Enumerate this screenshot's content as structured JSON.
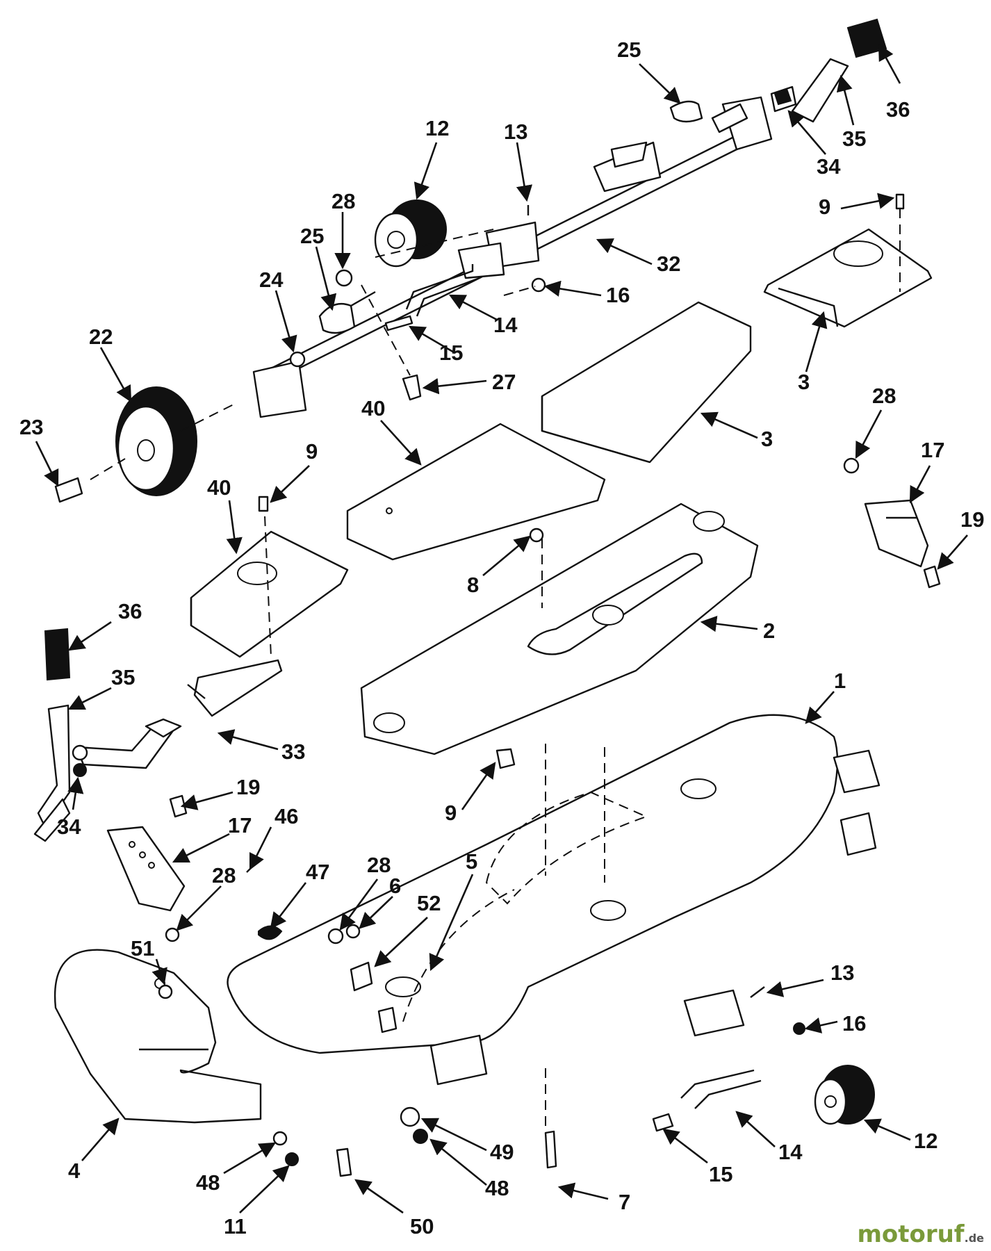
{
  "colors": {
    "ink": "#111111",
    "paper": "#ffffff",
    "watermark_main": "#7a9a3a",
    "watermark_sub": "#555555"
  },
  "callouts": [
    {
      "id": "c1",
      "text": "25"
    },
    {
      "id": "c2",
      "text": "36"
    },
    {
      "id": "c3",
      "text": "35"
    },
    {
      "id": "c4",
      "text": "34"
    },
    {
      "id": "c5",
      "text": "12"
    },
    {
      "id": "c6",
      "text": "13"
    },
    {
      "id": "c7",
      "text": "9"
    },
    {
      "id": "c8",
      "text": "28"
    },
    {
      "id": "c9",
      "text": "25"
    },
    {
      "id": "c10",
      "text": "32"
    },
    {
      "id": "c11",
      "text": "24"
    },
    {
      "id": "c12",
      "text": "16"
    },
    {
      "id": "c13",
      "text": "14"
    },
    {
      "id": "c14",
      "text": "22"
    },
    {
      "id": "c15",
      "text": "15"
    },
    {
      "id": "c16",
      "text": "3"
    },
    {
      "id": "c17",
      "text": "27"
    },
    {
      "id": "c18",
      "text": "28"
    },
    {
      "id": "c19",
      "text": "23"
    },
    {
      "id": "c20",
      "text": "40"
    },
    {
      "id": "c21",
      "text": "3"
    },
    {
      "id": "c22",
      "text": "17"
    },
    {
      "id": "c23",
      "text": "9"
    },
    {
      "id": "c24",
      "text": "19"
    },
    {
      "id": "c25",
      "text": "40"
    },
    {
      "id": "c26",
      "text": "8"
    },
    {
      "id": "c27",
      "text": "36"
    },
    {
      "id": "c28",
      "text": "2"
    },
    {
      "id": "c29",
      "text": "35"
    },
    {
      "id": "c30",
      "text": "1"
    },
    {
      "id": "c31",
      "text": "33"
    },
    {
      "id": "c32",
      "text": "19"
    },
    {
      "id": "c33",
      "text": "9"
    },
    {
      "id": "c34",
      "text": "17"
    },
    {
      "id": "c35",
      "text": "46"
    },
    {
      "id": "c36",
      "text": "34"
    },
    {
      "id": "c37",
      "text": "28"
    },
    {
      "id": "c38",
      "text": "47"
    },
    {
      "id": "c39",
      "text": "28"
    },
    {
      "id": "c40",
      "text": "5"
    },
    {
      "id": "c41",
      "text": "6"
    },
    {
      "id": "c42",
      "text": "52"
    },
    {
      "id": "c43",
      "text": "51"
    },
    {
      "id": "c44",
      "text": "13"
    },
    {
      "id": "c45",
      "text": "16"
    },
    {
      "id": "c46",
      "text": "12"
    },
    {
      "id": "c47",
      "text": "49"
    },
    {
      "id": "c48",
      "text": "4"
    },
    {
      "id": "c49",
      "text": "14"
    },
    {
      "id": "c50",
      "text": "48"
    },
    {
      "id": "c51",
      "text": "48"
    },
    {
      "id": "c52",
      "text": "15"
    },
    {
      "id": "c53",
      "text": "7"
    },
    {
      "id": "c54",
      "text": "11"
    },
    {
      "id": "c55",
      "text": "50"
    }
  ],
  "watermark": {
    "main": "motoruf",
    "sub": ".de"
  }
}
